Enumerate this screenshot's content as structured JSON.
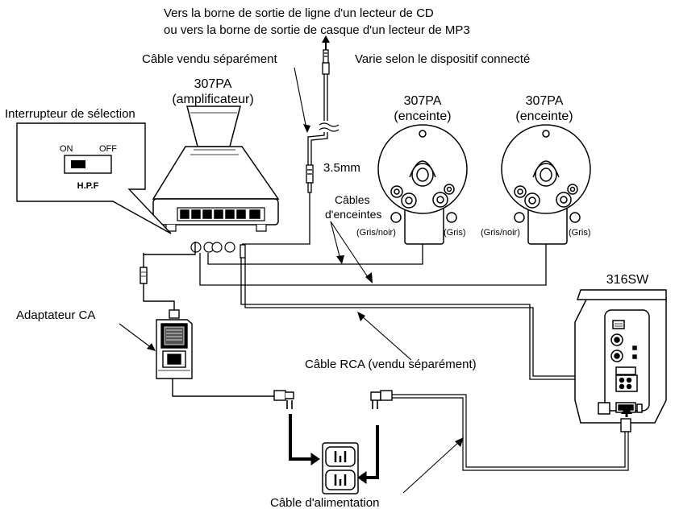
{
  "labels": {
    "top_line1": "Vers la borne de sortie de ligne d'un lecteur de CD",
    "top_line2": "ou vers la borne de sortie de casque d'un lecteur de MP3",
    "cable_sold_separately": "Câble vendu séparément",
    "varies_device": "Varie selon le dispositif connecté",
    "amp_model": "307PA",
    "amp_name": "(amplificateur)",
    "selector_switch": "Interrupteur de sélection",
    "switch_on": "ON",
    "switch_off": "OFF",
    "switch_hpf": "H.P.F",
    "speaker1_model": "307PA",
    "speaker1_name": "(enceinte)",
    "speaker2_model": "307PA",
    "speaker2_name": "(enceinte)",
    "jack_size": "3.5mm",
    "speaker_cables_1": "Câbles",
    "speaker_cables_2": "d'enceintes",
    "gray_black_1": "(Gris/noir)",
    "gray_1": "(Gris)",
    "gray_black_2": "(Gris/noir)",
    "gray_2": "(Gris)",
    "subwoofer_model": "316SW",
    "ac_adapter": "Adaptateur CA",
    "rca_cable": "Câble RCA (vendu séparément)",
    "power_cable": "Câble d'alimentation"
  }
}
